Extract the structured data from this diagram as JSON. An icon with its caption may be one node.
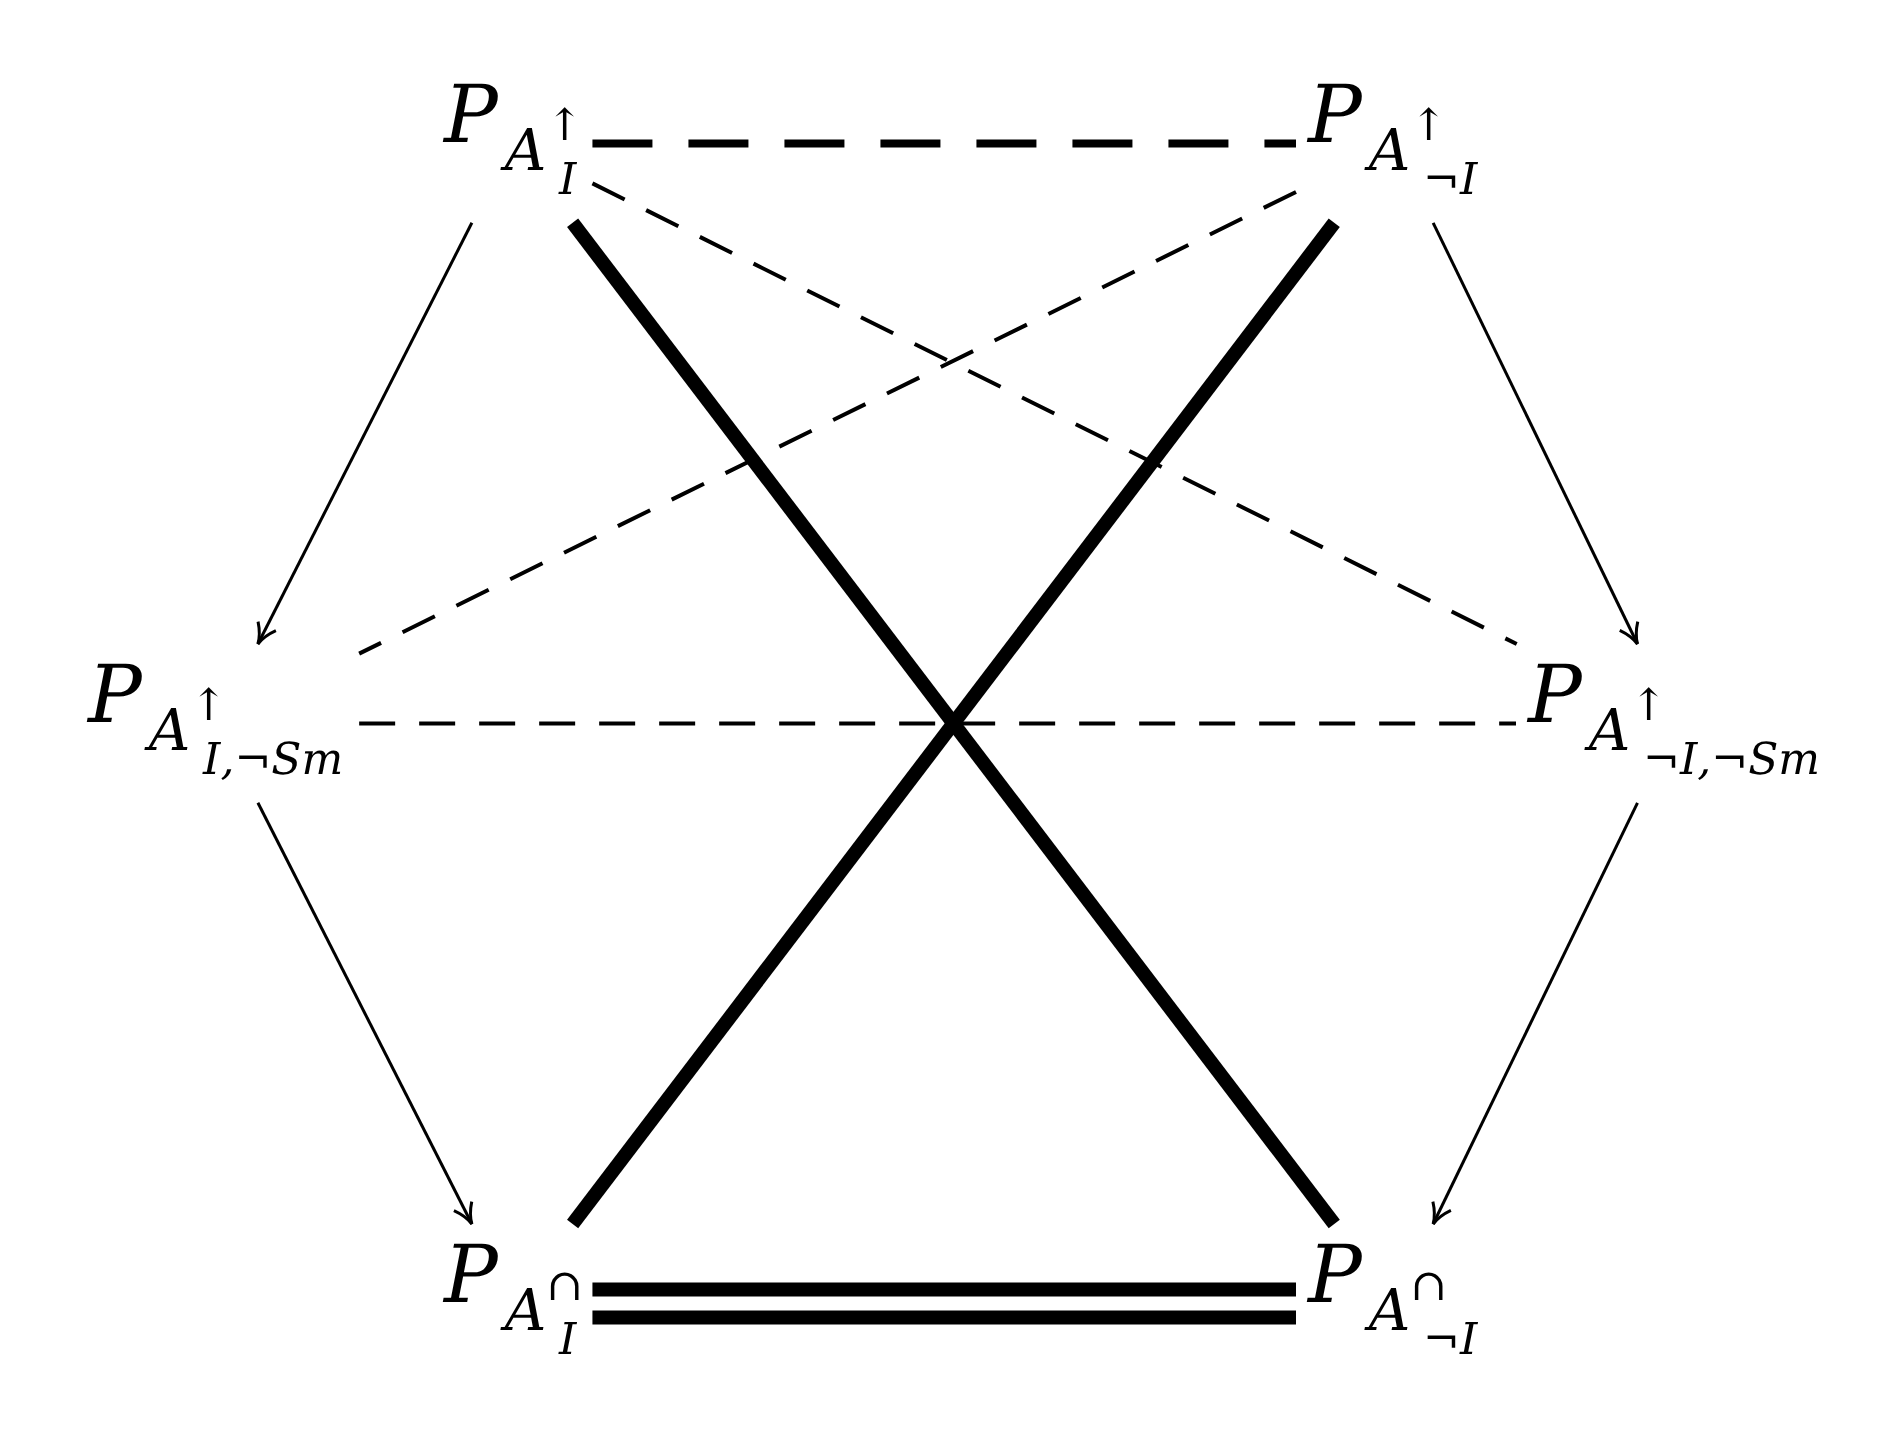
{
  "diagram": {
    "nodes": [
      {
        "text": [
          "P$_{A}$$^{↑}$$_{I}$"
        ]
      },
      {
        "text": [
          "P$_{A}$$^{↑}$$_{¬I}$"
        ]
      },
      {
        "text": [
          "P$_{A}$$^{↑}$$_{I,¬Sm}$"
        ]
      },
      {
        "text": [
          "P$_{A}$$^{↑}$$_{¬I,¬Sm}$"
        ]
      },
      {
        "text": [
          "P$_{A}$$^{∩}$$_{I}$"
        ]
      },
      {
        "text": [
          "P$_{A}$$^{∩}$$_{¬I}$"
        ]
      }
    ],
    "edges": [
      {
        "from": 0,
        "to": 1,
        "arrow": "none",
        "style": "dashed"
      },
      {
        "from": 0,
        "to": 2,
        "arrow": "to"
      },
      {
        "from": 1,
        "to": 3,
        "arrow": "to"
      },
      {
        "from": 2,
        "to": 4,
        "arrow": "to"
      },
      {
        "from": 3,
        "to": 5,
        "arrow": "to"
      },
      {
        "from": 0,
        "to": 3,
        "arrow": "none",
        "style": "dashed"
      },
      {
        "from": 1,
        "to": 2,
        "arrow": "none",
        "style": "dashed"
      },
      {
        "from": 2,
        "to": 3,
        "arrow": "none",
        "style": "dashed"
      },
      {
        "from": 0,
        "to": 5,
        "arrow": "none",
        "style": "thick"
      },
      {
        "from": 1,
        "to": 4,
        "arrow": "none",
        "style": "thick"
      },
      {
        "from": 4,
        "to": 5,
        "arrow": "none",
        "style": "thick"
      }
    ]
  }
}
